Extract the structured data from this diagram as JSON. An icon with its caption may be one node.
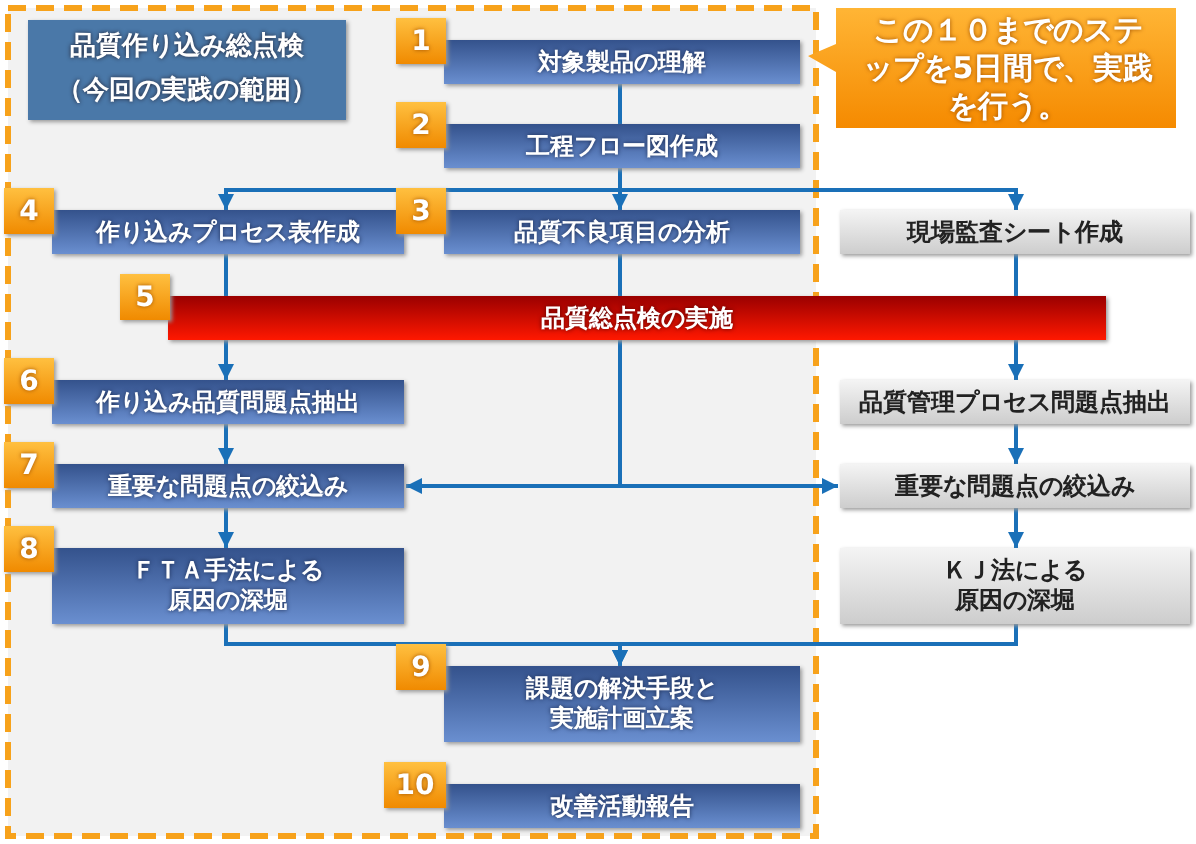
{
  "diagram": {
    "nodes": [
      {
        "text": [
          "品質作り込み総点検",
          "（今回の実践の範囲）"
        ]
      },
      {
        "text": [
          "この１０までのステップを5日間で、実践を行う。"
        ]
      },
      {
        "text": [
          "対象製品の理解"
        ],
        "beside": [
          "1"
        ]
      },
      {
        "text": [
          "工程フロー図作成"
        ],
        "beside": [
          "2"
        ]
      },
      {
        "text": [
          "作り込みプロセス表作成"
        ],
        "beside": [
          "4"
        ]
      },
      {
        "text": [
          "品質不良項目の分析"
        ],
        "beside": [
          "3"
        ]
      },
      {
        "text": [
          "現場監査シート作成"
        ]
      },
      {
        "text": [
          "品質総点検の実施"
        ],
        "beside": [
          "5"
        ]
      },
      {
        "text": [
          "作り込み品質問題点抽出"
        ],
        "beside": [
          "6"
        ]
      },
      {
        "text": [
          "品質管理プロセス問題点抽出"
        ]
      },
      {
        "text": [
          "重要な問題点の絞込み"
        ],
        "beside": [
          "7"
        ]
      },
      {
        "text": [
          "重要な問題点の絞込み"
        ]
      },
      {
        "text": [
          "ＦＴＡ手法による原因の深堀"
        ],
        "beside": [
          "8"
        ]
      },
      {
        "text": [
          "ＫＪ法による原因の深堀"
        ]
      },
      {
        "text": [
          "課題の解決手段と実施計画立案"
        ],
        "beside": [
          "9"
        ]
      },
      {
        "text": [
          "改善活動報告"
        ],
        "beside": [
          "10"
        ]
      }
    ],
    "edges": [
      {
        "from": 2,
        "to": 3,
        "arrow": "none"
      },
      {
        "from": 3,
        "to": 4,
        "arrow": "to"
      },
      {
        "from": 3,
        "to": 5,
        "arrow": "to"
      },
      {
        "from": 3,
        "to": 6,
        "arrow": "to"
      },
      {
        "from": 4,
        "to": 7,
        "arrow": "none"
      },
      {
        "from": 5,
        "to": 7,
        "arrow": "none"
      },
      {
        "from": 6,
        "to": 7,
        "arrow": "none"
      },
      {
        "from": 7,
        "to": 8,
        "arrow": "to"
      },
      {
        "from": 7,
        "to": 10,
        "arrow": "to"
      },
      {
        "from": 7,
        "to": 11,
        "arrow": "to"
      },
      {
        "from": 7,
        "to": 9,
        "arrow": "to"
      },
      {
        "from": 8,
        "to": 10,
        "arrow": "to"
      },
      {
        "from": 9,
        "to": 11,
        "arrow": "to"
      },
      {
        "from": 10,
        "to": 12,
        "arrow": "to"
      },
      {
        "from": 11,
        "to": 13,
        "arrow": "to"
      },
      {
        "from": 12,
        "to": 14,
        "arrow": "to"
      },
      {
        "from": 13,
        "to": 14,
        "arrow": "to"
      }
    ]
  }
}
